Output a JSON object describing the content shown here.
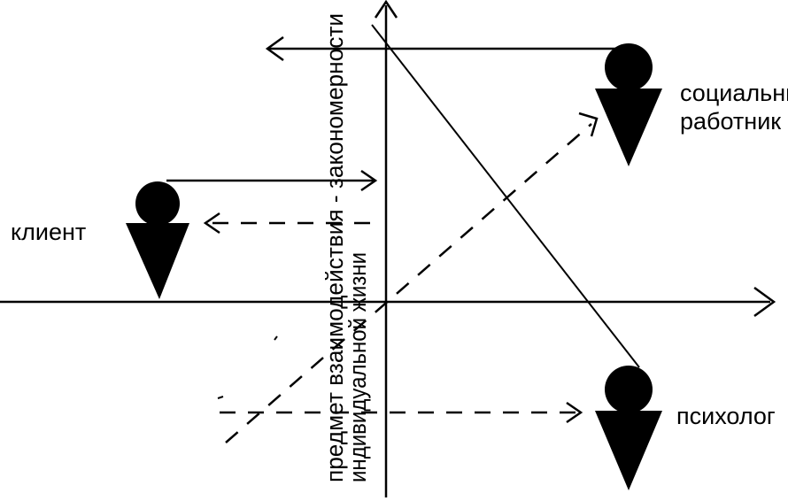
{
  "labels": {
    "client": "клиент",
    "social_worker_line1": "социальный",
    "social_worker_line2": "работник",
    "psychologist": "психолог",
    "axis_line1": "предмет взаимодействия - закономерности",
    "axis_line2": "индивидуальной жизни"
  },
  "colors": {
    "ink": "#000000",
    "background": "#ffffff"
  },
  "icons": {
    "person": "person-figure-icon"
  }
}
